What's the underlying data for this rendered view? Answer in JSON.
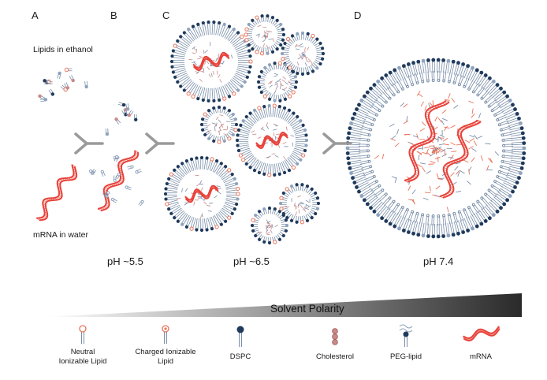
{
  "panels": [
    {
      "label": "A"
    },
    {
      "label": "B"
    },
    {
      "label": "C"
    },
    {
      "label": "D"
    }
  ],
  "captions": {
    "lipids": "Lipids in ethanol",
    "mrna": "mRNA in water"
  },
  "ph_labels": [
    "pH ~5.5",
    "pH ~6.5",
    "pH 7.4"
  ],
  "polarity_bar": {
    "label": "Solvent Polarity",
    "direction": "increasing-left-to-right"
  },
  "legend": [
    {
      "label": "Neutral Ionizable Lipid",
      "icon": "neutral-lipid-icon"
    },
    {
      "label": "Charged Ionizable Lipid",
      "icon": "charged-lipid-icon"
    },
    {
      "label": "DSPC",
      "icon": "dspc-icon"
    },
    {
      "label": "Cholesterol",
      "icon": "cholesterol-icon"
    },
    {
      "label": "PEG-lipid",
      "icon": "peg-lipid-icon"
    },
    {
      "label": "mRNA",
      "icon": "mrna-icon"
    }
  ],
  "colors": {
    "mrna": "#e8433a",
    "dspc_head": "#1f3a5c",
    "lipid_tail": "#7a8ea8",
    "charged_head": "#e8735a",
    "cholesterol": "#c98a8a",
    "peg": "#8fa3bd",
    "arrow": "#9a9a9a"
  }
}
